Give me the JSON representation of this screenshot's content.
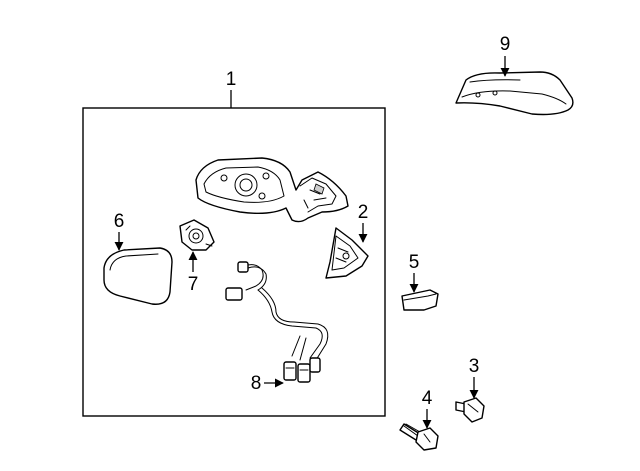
{
  "callouts": {
    "c1": "1",
    "c2": "2",
    "c3": "3",
    "c4": "4",
    "c5": "5",
    "c6": "6",
    "c7": "7",
    "c8": "8",
    "c9": "9"
  },
  "colors": {
    "line": "#000000",
    "background": "#ffffff",
    "shade": "#cfcfcf"
  }
}
